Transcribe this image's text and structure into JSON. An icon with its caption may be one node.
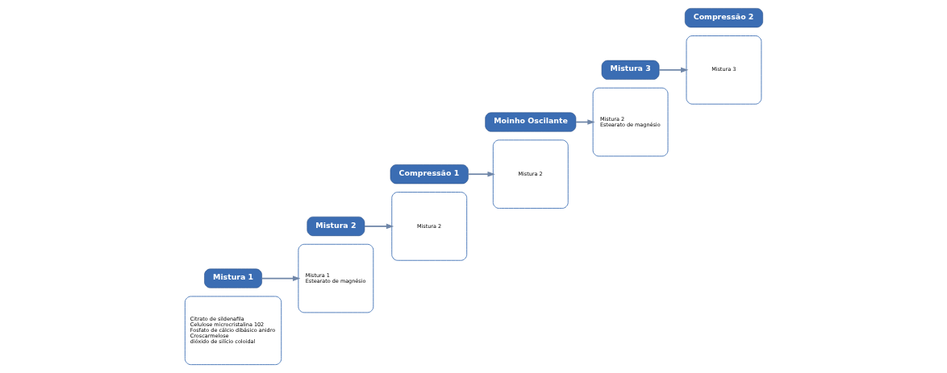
{
  "diagram": {
    "nodes": [
      {
        "text": [
          "Citrato de sildenafila",
          "Celulose microcristalina 102",
          "Fosfato de cálcio dibásico anidro",
          "Croscarmelose",
          "dióxido de silício coloidal"
        ]
      },
      {
        "text": [
          "Mistura 1"
        ]
      },
      {
        "text": [
          "Mistura 2"
        ]
      },
      {
        "text": [
          "Mistura 1",
          "Estearato de magnésio"
        ]
      },
      {
        "text": [
          "Mistura 2"
        ]
      },
      {
        "text": [
          "Compressão 1"
        ]
      },
      {
        "text": [
          "Moinho Oscilante"
        ]
      },
      {
        "text": [
          "Mistura 2"
        ]
      },
      {
        "text": [
          "Mistura 2",
          "Estearato de magnésio"
        ]
      },
      {
        "text": [
          "Mistura 3"
        ]
      },
      {
        "text": [
          "Compressão 2"
        ]
      },
      {
        "text": [
          "Mistura 3"
        ]
      }
    ],
    "edges": [
      {
        "from": 1,
        "to": 3,
        "arrow": "to"
      },
      {
        "from": 2,
        "to": 4,
        "arrow": "to"
      },
      {
        "from": 5,
        "to": 7,
        "arrow": "to"
      },
      {
        "from": 6,
        "to": 8,
        "arrow": "to"
      },
      {
        "from": 9,
        "to": 11,
        "arrow": "to"
      }
    ]
  }
}
